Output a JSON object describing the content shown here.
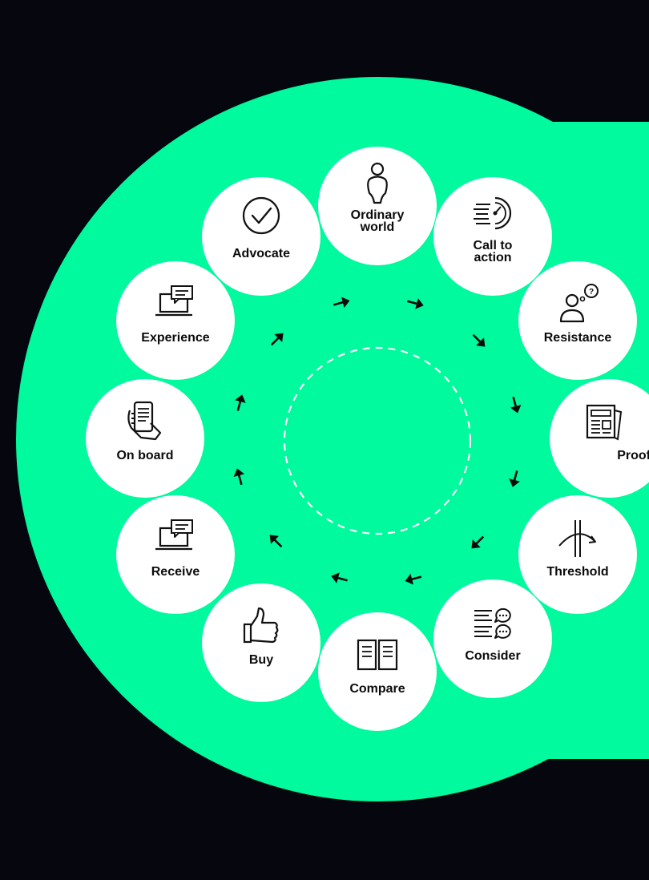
{
  "colors": {
    "background": "#06060e",
    "accent": "#00fa9d",
    "node": "#ffffff",
    "ink": "#0b0b0b",
    "dash": "#ffffff"
  },
  "steps": [
    {
      "id": "ordinary-world",
      "label": "Ordinary world",
      "label_lines": [
        "Ordinary",
        "world"
      ],
      "icon": "person-icon"
    },
    {
      "id": "call-to-action",
      "label": "Call to action",
      "label_lines": [
        "Call to",
        "action"
      ],
      "icon": "speed-dial-icon"
    },
    {
      "id": "resistance",
      "label": "Resistance",
      "icon": "person-question-icon"
    },
    {
      "id": "proof",
      "label": "Proof",
      "icon": "newspaper-icon"
    },
    {
      "id": "threshold",
      "label": "Threshold",
      "icon": "threshold-arc-icon"
    },
    {
      "id": "consider",
      "label": "Consider",
      "icon": "chat-list-icon"
    },
    {
      "id": "compare",
      "label": "Compare",
      "icon": "open-book-icon"
    },
    {
      "id": "buy",
      "label": "Buy",
      "icon": "thumbs-up-icon"
    },
    {
      "id": "receive",
      "label": "Receive",
      "icon": "laptop-message-icon"
    },
    {
      "id": "on-board",
      "label": "On board",
      "icon": "phone-hand-icon"
    },
    {
      "id": "experience",
      "label": "Experience",
      "icon": "laptop-message-icon"
    },
    {
      "id": "advocate",
      "label": "Advocate",
      "icon": "checkmark-circle-icon"
    }
  ]
}
